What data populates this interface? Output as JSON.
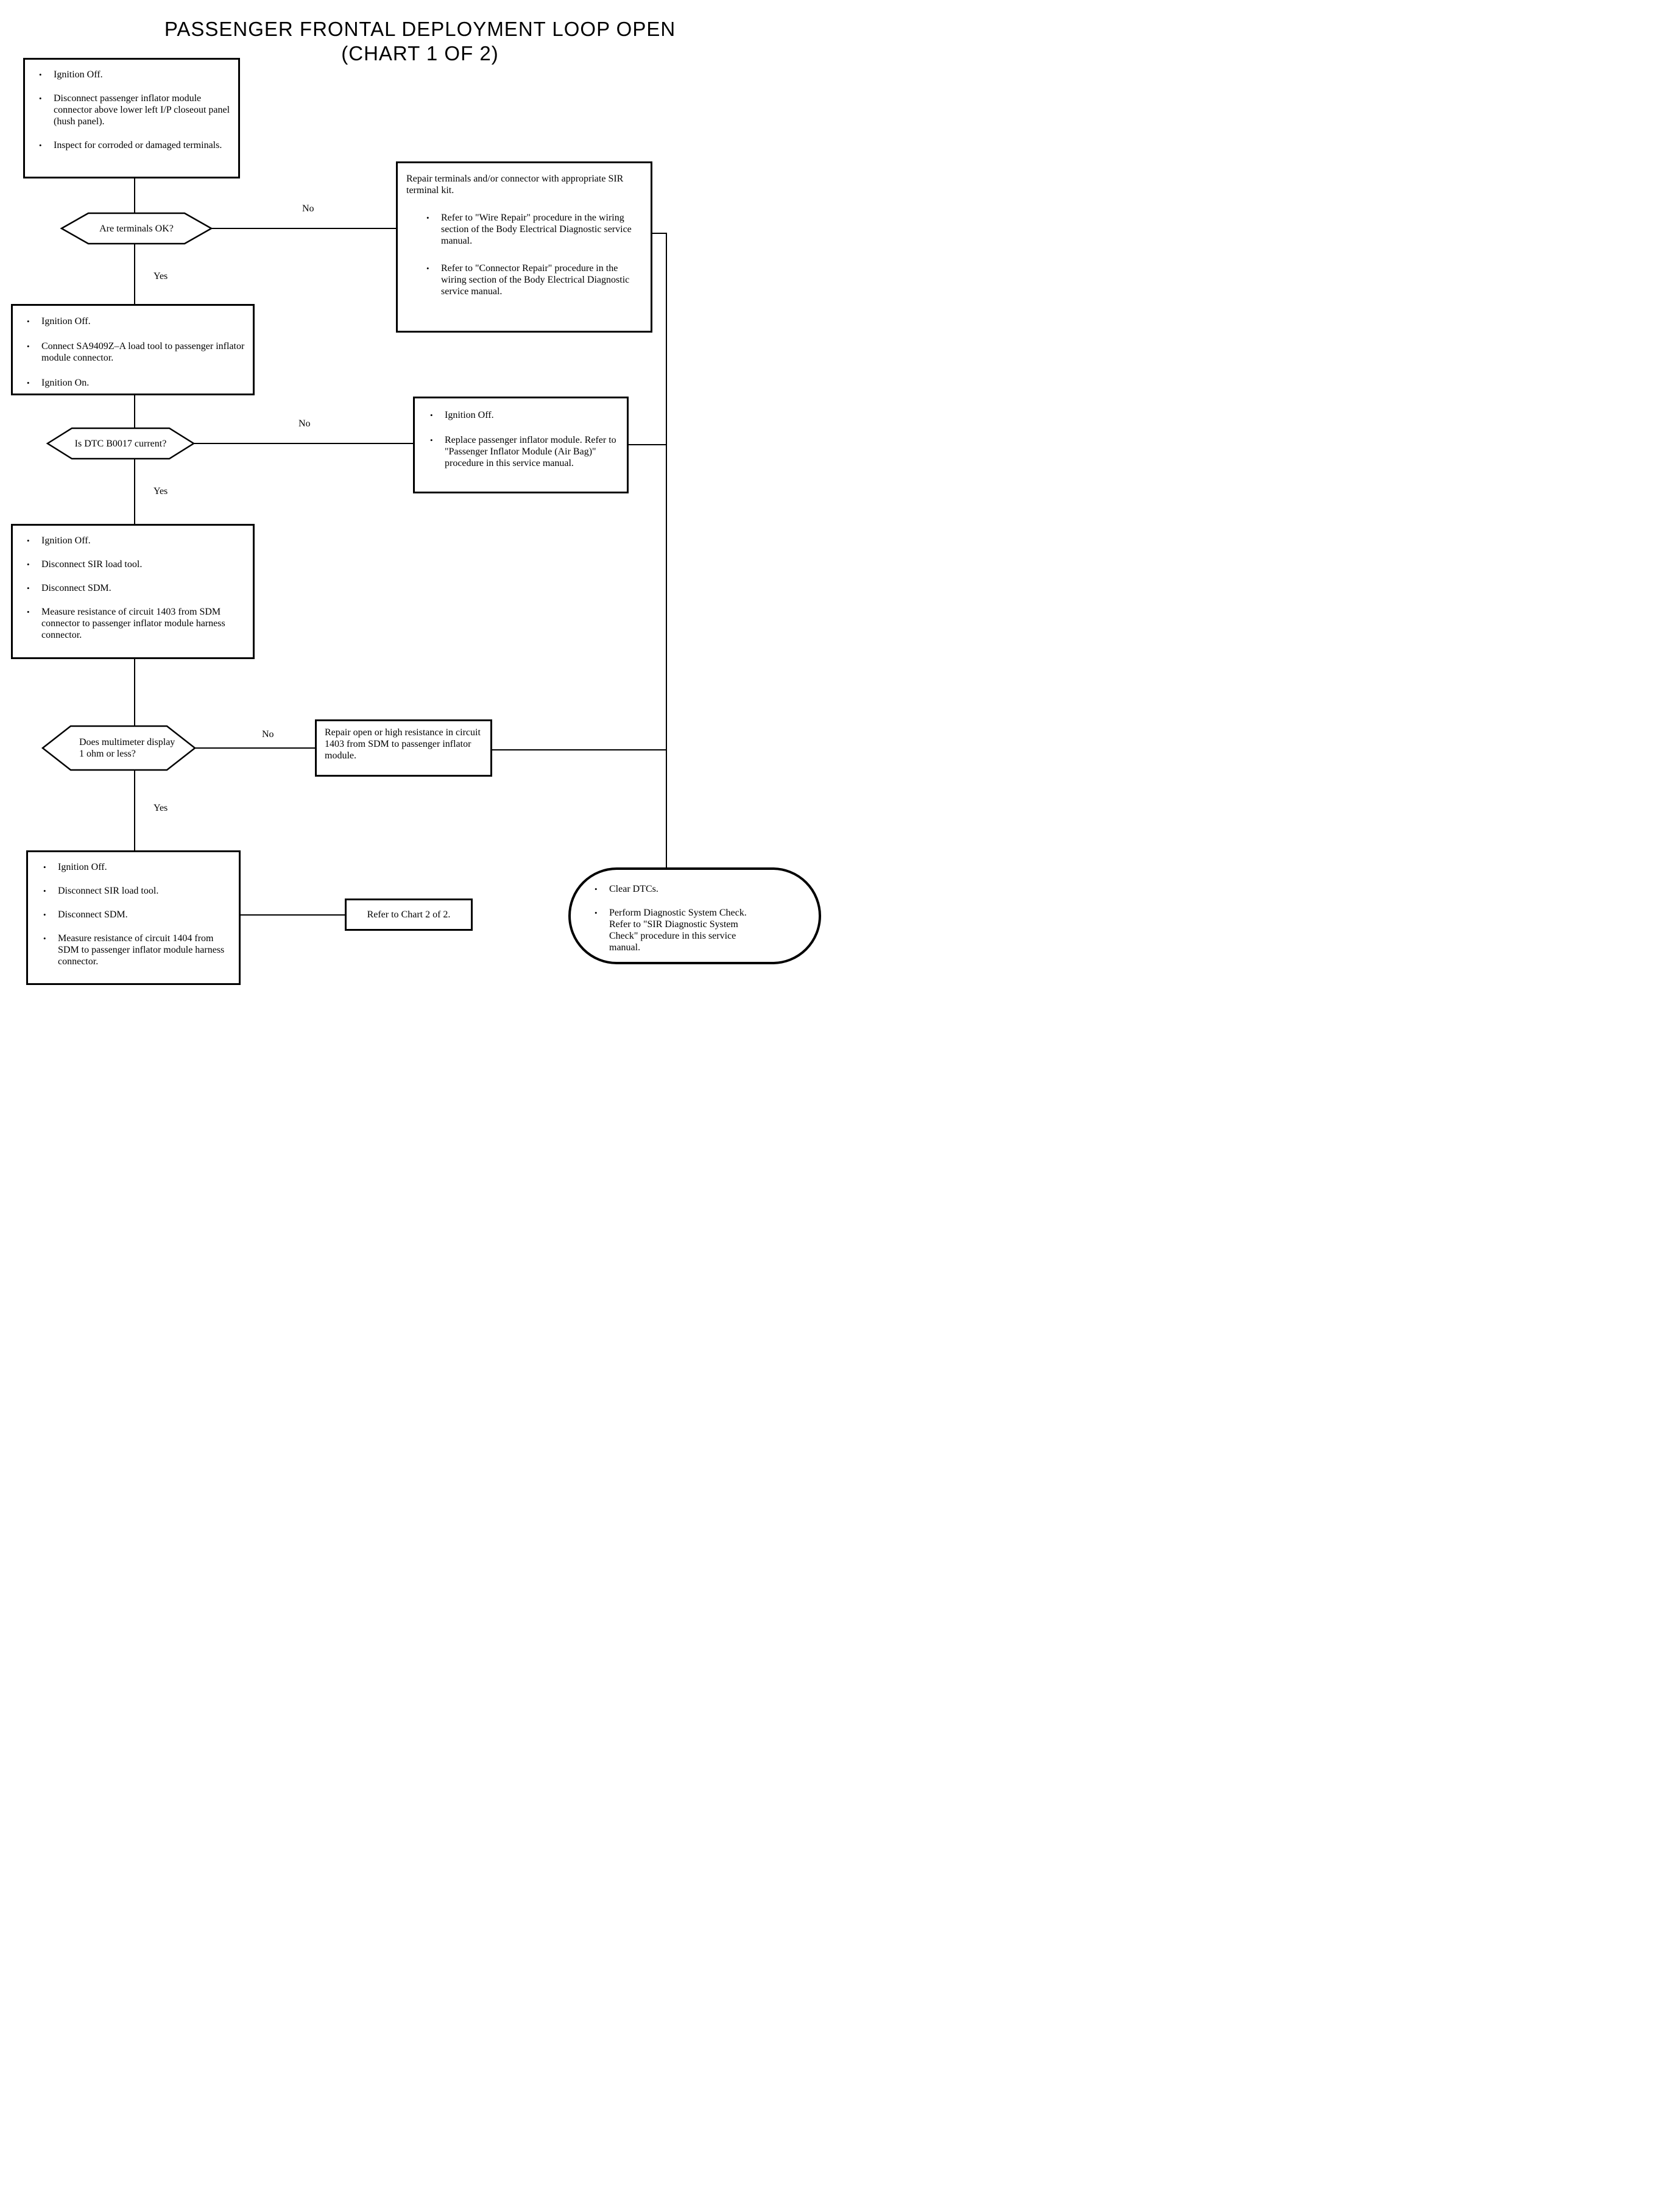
{
  "title": {
    "line1": "PASSENGER FRONTAL DEPLOYMENT LOOP OPEN",
    "line2": "(CHART 1 OF 2)"
  },
  "glyphs": {
    "bullet": "•"
  },
  "labels": {
    "yes": "Yes",
    "no": "No"
  },
  "decisions": {
    "terminals_ok": {
      "text": "Are terminals OK?"
    },
    "dtc_current": {
      "text": "Is DTC B0017 current?"
    },
    "multimeter": {
      "line1": "Does multimeter display",
      "line2": "1 ohm or less?"
    }
  },
  "boxes": {
    "inspect": {
      "bullets": [
        "Ignition Off.",
        "Disconnect passenger inflator module connector above lower left I/P closeout panel (hush panel).",
        "Inspect for corroded or damaged terminals."
      ]
    },
    "repair_terminals": {
      "intro": "Repair terminals and/or connector with appropriate SIR terminal kit.",
      "bullets": [
        "Refer to \"Wire Repair\" procedure in the wiring section of the Body Electrical Diagnostic service manual.",
        "Refer to \"Connector Repair\" procedure in the wiring section of the Body Electrical Diagnostic service manual."
      ]
    },
    "load_tool": {
      "bullets": [
        "Ignition Off.",
        "Connect SA9409Z–A load tool to passenger inflator module connector.",
        "Ignition On."
      ]
    },
    "replace_module": {
      "bullets": [
        "Ignition Off.",
        "Replace passenger inflator module. Refer to \"Passenger Inflator Module (Air Bag)\" procedure in this service manual."
      ]
    },
    "measure_1403": {
      "bullets": [
        "Ignition Off.",
        "Disconnect SIR load tool.",
        "Disconnect SDM.",
        "Measure resistance of circuit 1403 from SDM connector to passenger inflator module harness connector."
      ]
    },
    "repair_1403": {
      "text": "Repair open or high resistance in circuit 1403 from SDM to passenger inflator module."
    },
    "measure_1404": {
      "bullets": [
        "Ignition Off.",
        "Disconnect SIR load tool.",
        "Disconnect SDM.",
        "Measure resistance of circuit 1404 from SDM to passenger inflator module harness connector."
      ]
    },
    "refer_chart": {
      "text": "Refer to Chart 2 of 2."
    },
    "end": {
      "bullets": [
        "Clear DTCs.",
        "Perform Diagnostic System Check.  Refer to \"SIR Diagnostic System Check\" procedure in this service manual."
      ]
    }
  }
}
